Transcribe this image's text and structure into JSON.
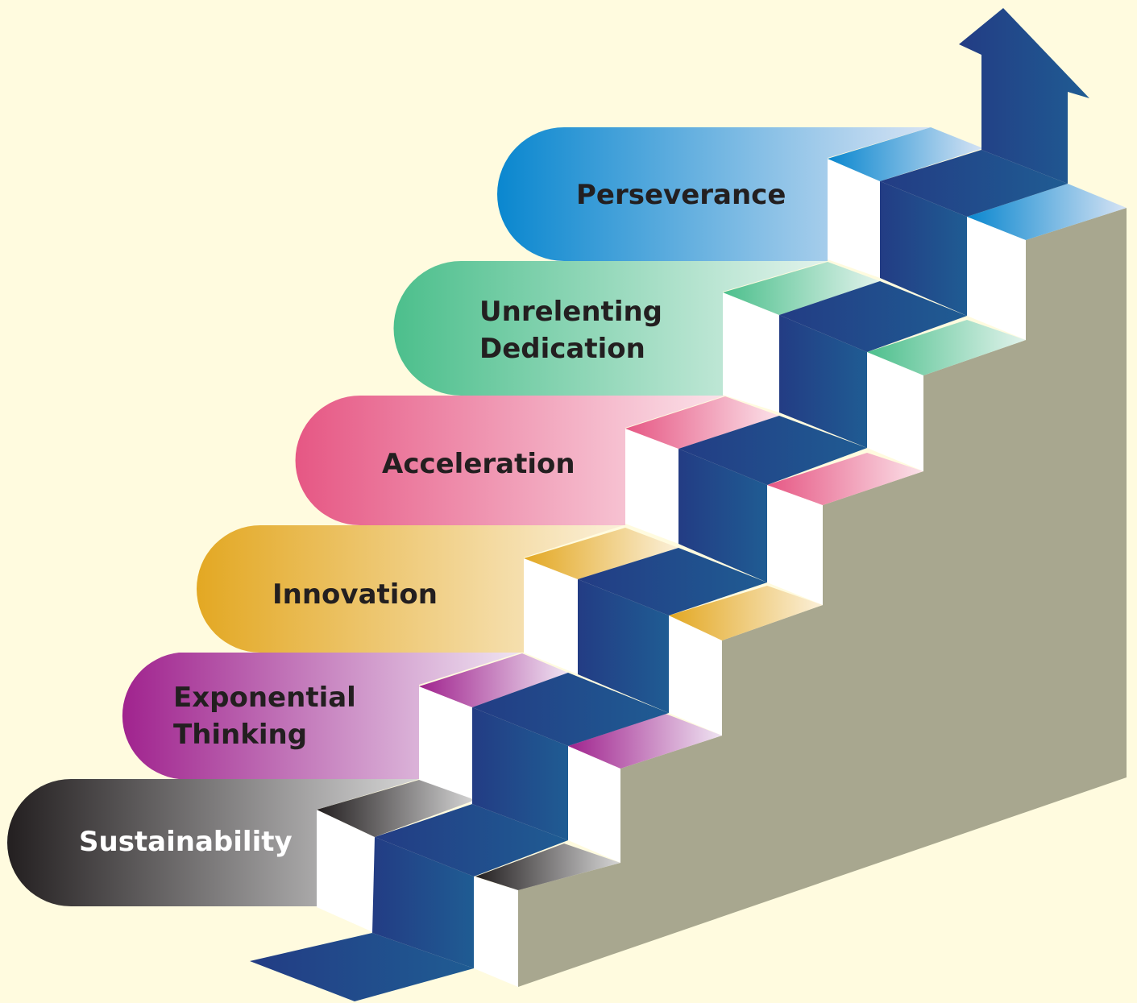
{
  "steps": [
    {
      "label": "Sustainability",
      "color": "#231f20"
    },
    {
      "label": "Exponential Thinking",
      "line1": "Exponential",
      "line2": "Thinking",
      "color": "#a0238e"
    },
    {
      "label": "Innovation",
      "color": "#e3a823"
    },
    {
      "label": "Acceleration",
      "color": "#e65784"
    },
    {
      "label": "Unrelenting Dedication",
      "line1": "Unrelenting",
      "line2": "Dedication",
      "color": "#4cbf8c"
    },
    {
      "label": "Perseverance",
      "color": "#0a87cf"
    }
  ],
  "colors": {
    "background": "#fffbdf",
    "staircase_side": "#a8a78f",
    "staircase_blue": "#1f4a8c",
    "arrow": "#1e3f8a"
  }
}
